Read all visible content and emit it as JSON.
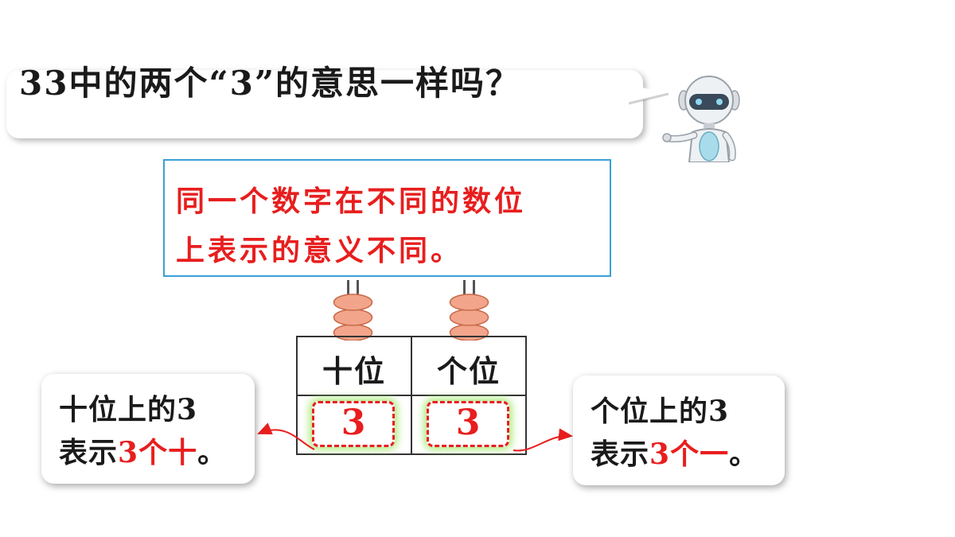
{
  "question": {
    "text": "33中的两个“3”的意思一样吗？"
  },
  "conclusion": {
    "line1": "同一个数字在不同的数位",
    "line2": "上表示的意义不同。"
  },
  "place_table": {
    "tens_header": "十位",
    "ones_header": "个位",
    "tens_digit": "3",
    "ones_digit": "3"
  },
  "left_card": {
    "line1": "十位上的3",
    "line2_prefix": "表示",
    "line2_highlight": "3个十",
    "line2_suffix": "。"
  },
  "right_card": {
    "line1": "个位上的3",
    "line2_prefix": "表示",
    "line2_highlight": "3个一",
    "line2_suffix": "。"
  },
  "abacus": {
    "tens_beads": 3,
    "ones_beads": 3
  },
  "colors": {
    "highlight_red": "#e81e1e",
    "border_blue": "#3aa0d5",
    "bead_pink": "#f2a58a",
    "glow_green": "#96e65a"
  },
  "icons": {
    "robot": "robot-icon"
  }
}
